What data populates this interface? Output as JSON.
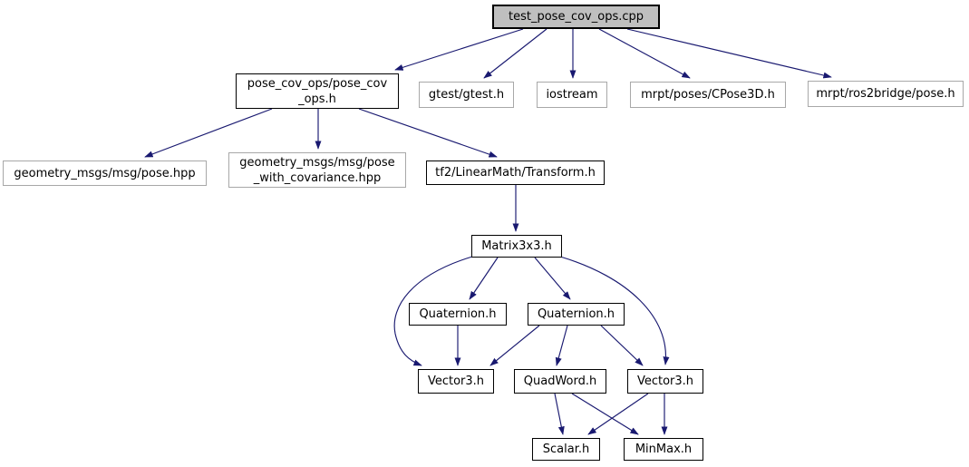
{
  "diagram": {
    "type": "include-dependency-graph",
    "colors": {
      "background": "#ffffff",
      "edge": "#191970",
      "text": "#000000",
      "linked_node_border": "#000000",
      "plain_node_border": "#a8a8a8",
      "current_node_fill": "#bfbfbf"
    },
    "nodes": {
      "test_cpp": {
        "label": "test_pose_cov_ops.cpp"
      },
      "pose_cov_ops": {
        "label": "pose_cov_ops/pose_cov\n_ops.h"
      },
      "gtest": {
        "label": "gtest/gtest.h"
      },
      "iostream": {
        "label": "iostream"
      },
      "cpose3d": {
        "label": "mrpt/poses/CPose3D.h"
      },
      "ros2bridge": {
        "label": "mrpt/ros2bridge/pose.h"
      },
      "pose_hpp": {
        "label": "geometry_msgs/msg/pose.hpp"
      },
      "pose_with_cov": {
        "label": "geometry_msgs/msg/pose\n_with_covariance.hpp"
      },
      "transform": {
        "label": "tf2/LinearMath/Transform.h"
      },
      "matrix3x3": {
        "label": "Matrix3x3.h"
      },
      "quat_left": {
        "label": "Quaternion.h"
      },
      "quat_right": {
        "label": "Quaternion.h"
      },
      "vector3_left": {
        "label": "Vector3.h"
      },
      "quadword": {
        "label": "QuadWord.h"
      },
      "vector3_right": {
        "label": "Vector3.h"
      },
      "scalar": {
        "label": "Scalar.h"
      },
      "minmax": {
        "label": "MinMax.h"
      }
    },
    "edges": [
      {
        "from": "test_pose_cov_ops.cpp",
        "to": "pose_cov_ops/pose_cov_ops.h"
      },
      {
        "from": "test_pose_cov_ops.cpp",
        "to": "gtest/gtest.h"
      },
      {
        "from": "test_pose_cov_ops.cpp",
        "to": "iostream"
      },
      {
        "from": "test_pose_cov_ops.cpp",
        "to": "mrpt/poses/CPose3D.h"
      },
      {
        "from": "test_pose_cov_ops.cpp",
        "to": "mrpt/ros2bridge/pose.h"
      },
      {
        "from": "pose_cov_ops/pose_cov_ops.h",
        "to": "geometry_msgs/msg/pose.hpp"
      },
      {
        "from": "pose_cov_ops/pose_cov_ops.h",
        "to": "geometry_msgs/msg/pose_with_covariance.hpp"
      },
      {
        "from": "pose_cov_ops/pose_cov_ops.h",
        "to": "tf2/LinearMath/Transform.h"
      },
      {
        "from": "tf2/LinearMath/Transform.h",
        "to": "Matrix3x3.h"
      },
      {
        "from": "Matrix3x3.h",
        "to": "Vector3.h (left)"
      },
      {
        "from": "Matrix3x3.h",
        "to": "Quaternion.h (left)"
      },
      {
        "from": "Matrix3x3.h",
        "to": "Quaternion.h (right)"
      },
      {
        "from": "Matrix3x3.h",
        "to": "Vector3.h (right)"
      },
      {
        "from": "Quaternion.h (left)",
        "to": "Vector3.h (left)"
      },
      {
        "from": "Quaternion.h (right)",
        "to": "Vector3.h (left)"
      },
      {
        "from": "Quaternion.h (right)",
        "to": "QuadWord.h"
      },
      {
        "from": "Quaternion.h (right)",
        "to": "Vector3.h (right)"
      },
      {
        "from": "QuadWord.h",
        "to": "Scalar.h"
      },
      {
        "from": "QuadWord.h",
        "to": "MinMax.h"
      },
      {
        "from": "Vector3.h (right)",
        "to": "Scalar.h"
      },
      {
        "from": "Vector3.h (right)",
        "to": "MinMax.h"
      }
    ]
  }
}
